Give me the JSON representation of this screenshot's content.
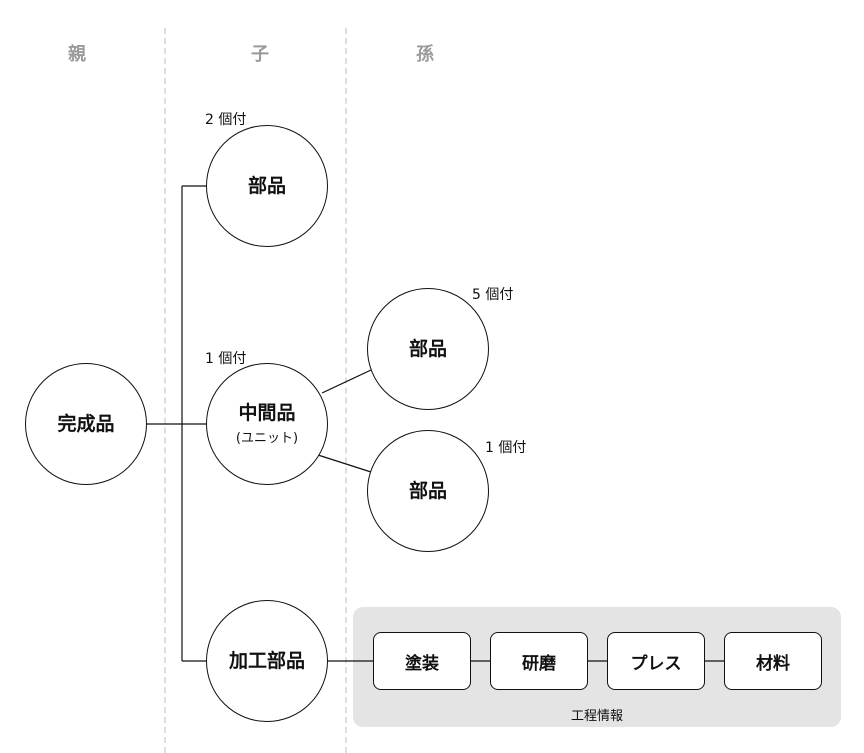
{
  "columns": {
    "parent": "親",
    "child": "子",
    "grandchild": "孫"
  },
  "nodes": {
    "finished": "完成品",
    "child_part": "部品",
    "intermediate": "中間品",
    "intermediate_sub": "(ユニット)",
    "machined": "加工部品",
    "grand_part_1": "部品",
    "grand_part_2": "部品"
  },
  "quantities": {
    "child_part": "2 個付",
    "intermediate": "1 個付",
    "grand_part_1": "5 個付",
    "grand_part_2": "1 個付"
  },
  "process_info": {
    "caption": "工程情報",
    "steps": [
      "塗装",
      "研磨",
      "プレス",
      "材料"
    ]
  }
}
